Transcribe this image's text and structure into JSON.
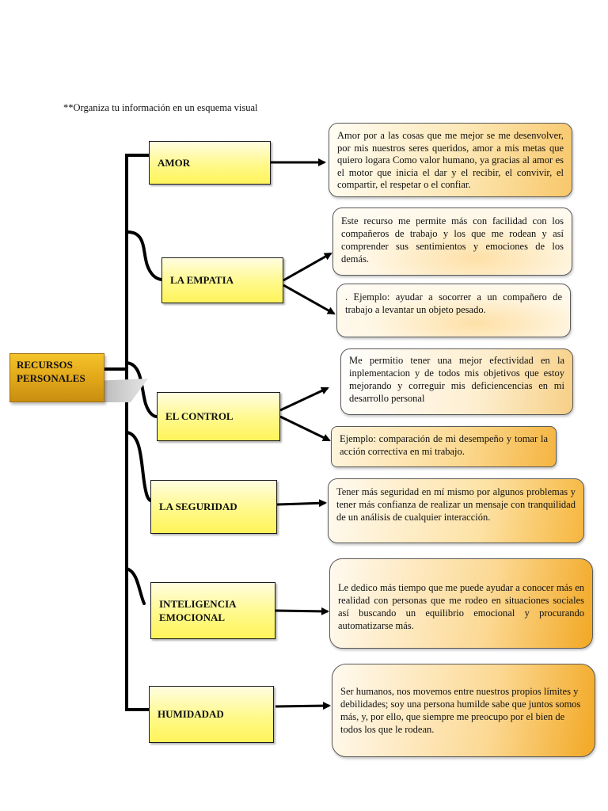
{
  "instruction": "**Organiza tu información en un esquema visual",
  "root": {
    "line1": "RECURSOS",
    "line2": "PERSONALES"
  },
  "nodes": [
    {
      "label": "AMOR"
    },
    {
      "label": "LA EMPATIA"
    },
    {
      "label": "EL CONTROL"
    },
    {
      "label": "LA SEGURIDAD"
    },
    {
      "label_line1": "INTELIGENCIA",
      "label_line2": "EMOCIONAL"
    },
    {
      "label": "HUMIDADAD"
    }
  ],
  "descriptions": {
    "amor": "Amor por a las cosas que me mejor se me desenvolver, por mis nuestros seres queridos, amor a mis metas que quiero logara Como valor humano, ya gracias al amor es el motor que inicia el dar y el recibir, el convivir, el compartir, el respetar o el confiar.",
    "empatia_1": "Este recurso me permite más con facilidad con los compañeros de trabajo y los que me rodean y así comprender sus sentimientos y emociones de los demás.",
    "empatia_2": ". Ejemplo: ayudar a socorrer a un compañero de trabajo a levantar un objeto pesado.",
    "control_1": "Me permitio tener una mejor efectividad en la inplementacion y de todos mis objetivos que estoy mejorando y correguir mis deficiencencias en mi desarrollo personal",
    "control_2": "Ejemplo: comparación de mi desempeño y tomar la acción correctiva en mi trabajo.",
    "seguridad": "Tener más seguridad en mí mismo por algunos problemas y tener más confianza de realizar un mensaje con tranquilidad de un análisis de cualquier interacción.",
    "inteligencia": "Le dedico más tiempo que me puede ayudar a conocer más en realidad con personas que me rodeo en situaciones sociales así buscando un equilibrio emocional y procurando automatizarse más.",
    "humidadad": "Ser humanos, nos movemos entre nuestros propios límites y debilidades; soy una persona humilde sabe que juntos somos más, y, por ello, que siempre me preocupo por el bien de todos los que le rodean."
  }
}
